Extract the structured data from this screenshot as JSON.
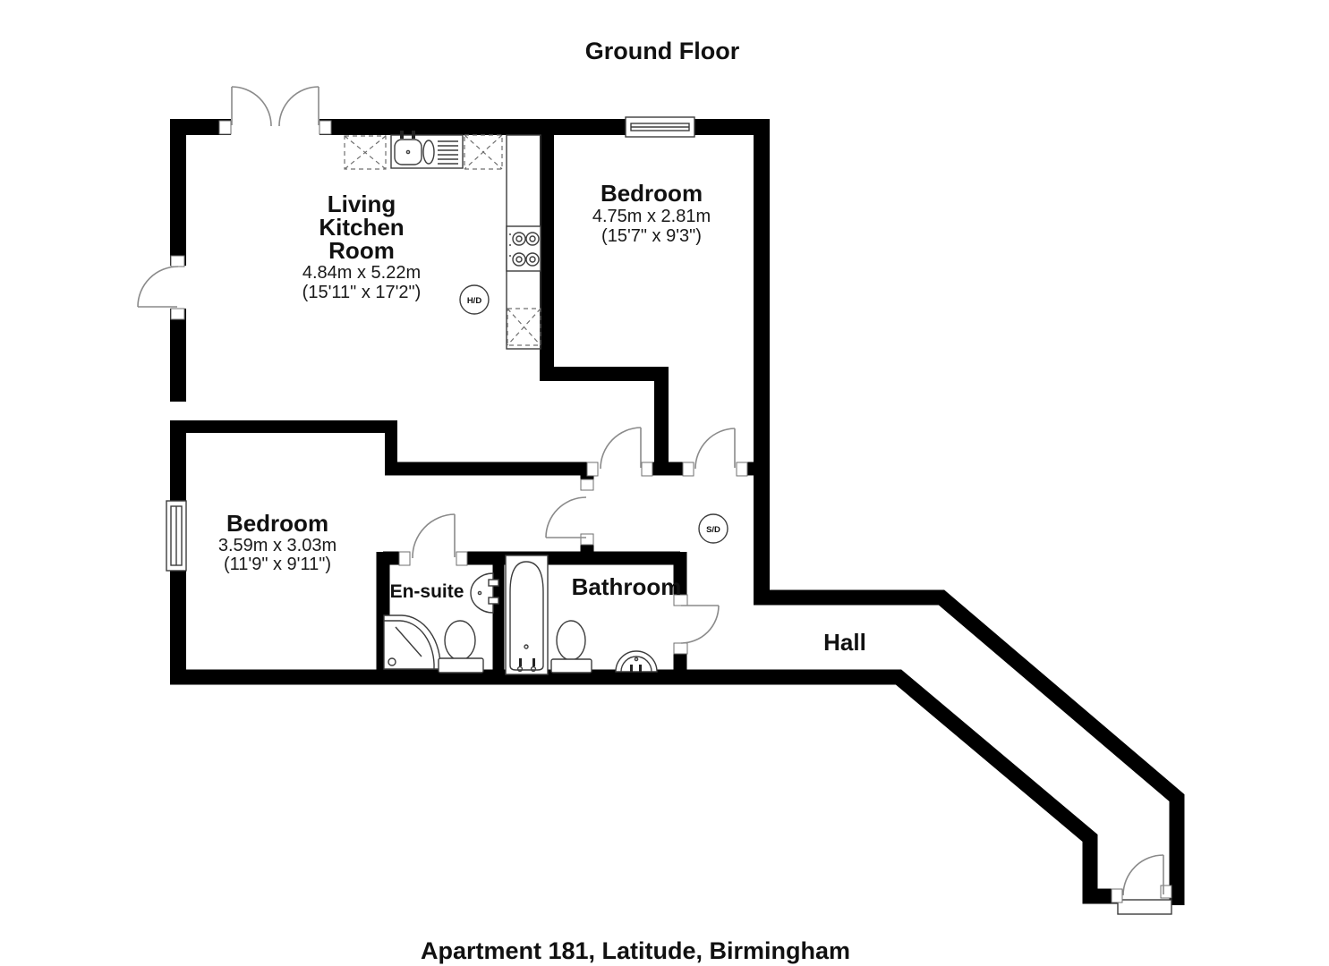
{
  "title": "Ground Floor",
  "caption": "Apartment 181, Latitude, Birmingham",
  "rooms": {
    "living_kitchen": {
      "name_line1": "Living",
      "name_line2": "Kitchen",
      "name_line3": "Room",
      "dims_metric": "4.84m x 5.22m",
      "dims_imperial": "(15'11\" x 17'2\")"
    },
    "bedroom_1": {
      "name": "Bedroom",
      "dims_metric": "4.75m x 2.81m",
      "dims_imperial": "(15'7\" x 9'3\")"
    },
    "bedroom_2": {
      "name": "Bedroom",
      "dims_metric": "3.59m x 3.03m",
      "dims_imperial": "(11'9\" x 9'11\")"
    },
    "ensuite": {
      "name": "En-suite"
    },
    "bathroom": {
      "name": "Bathroom"
    },
    "hall": {
      "name": "Hall"
    }
  },
  "markers": {
    "heating_device": "H/D",
    "smoke_detector": "S/D"
  }
}
